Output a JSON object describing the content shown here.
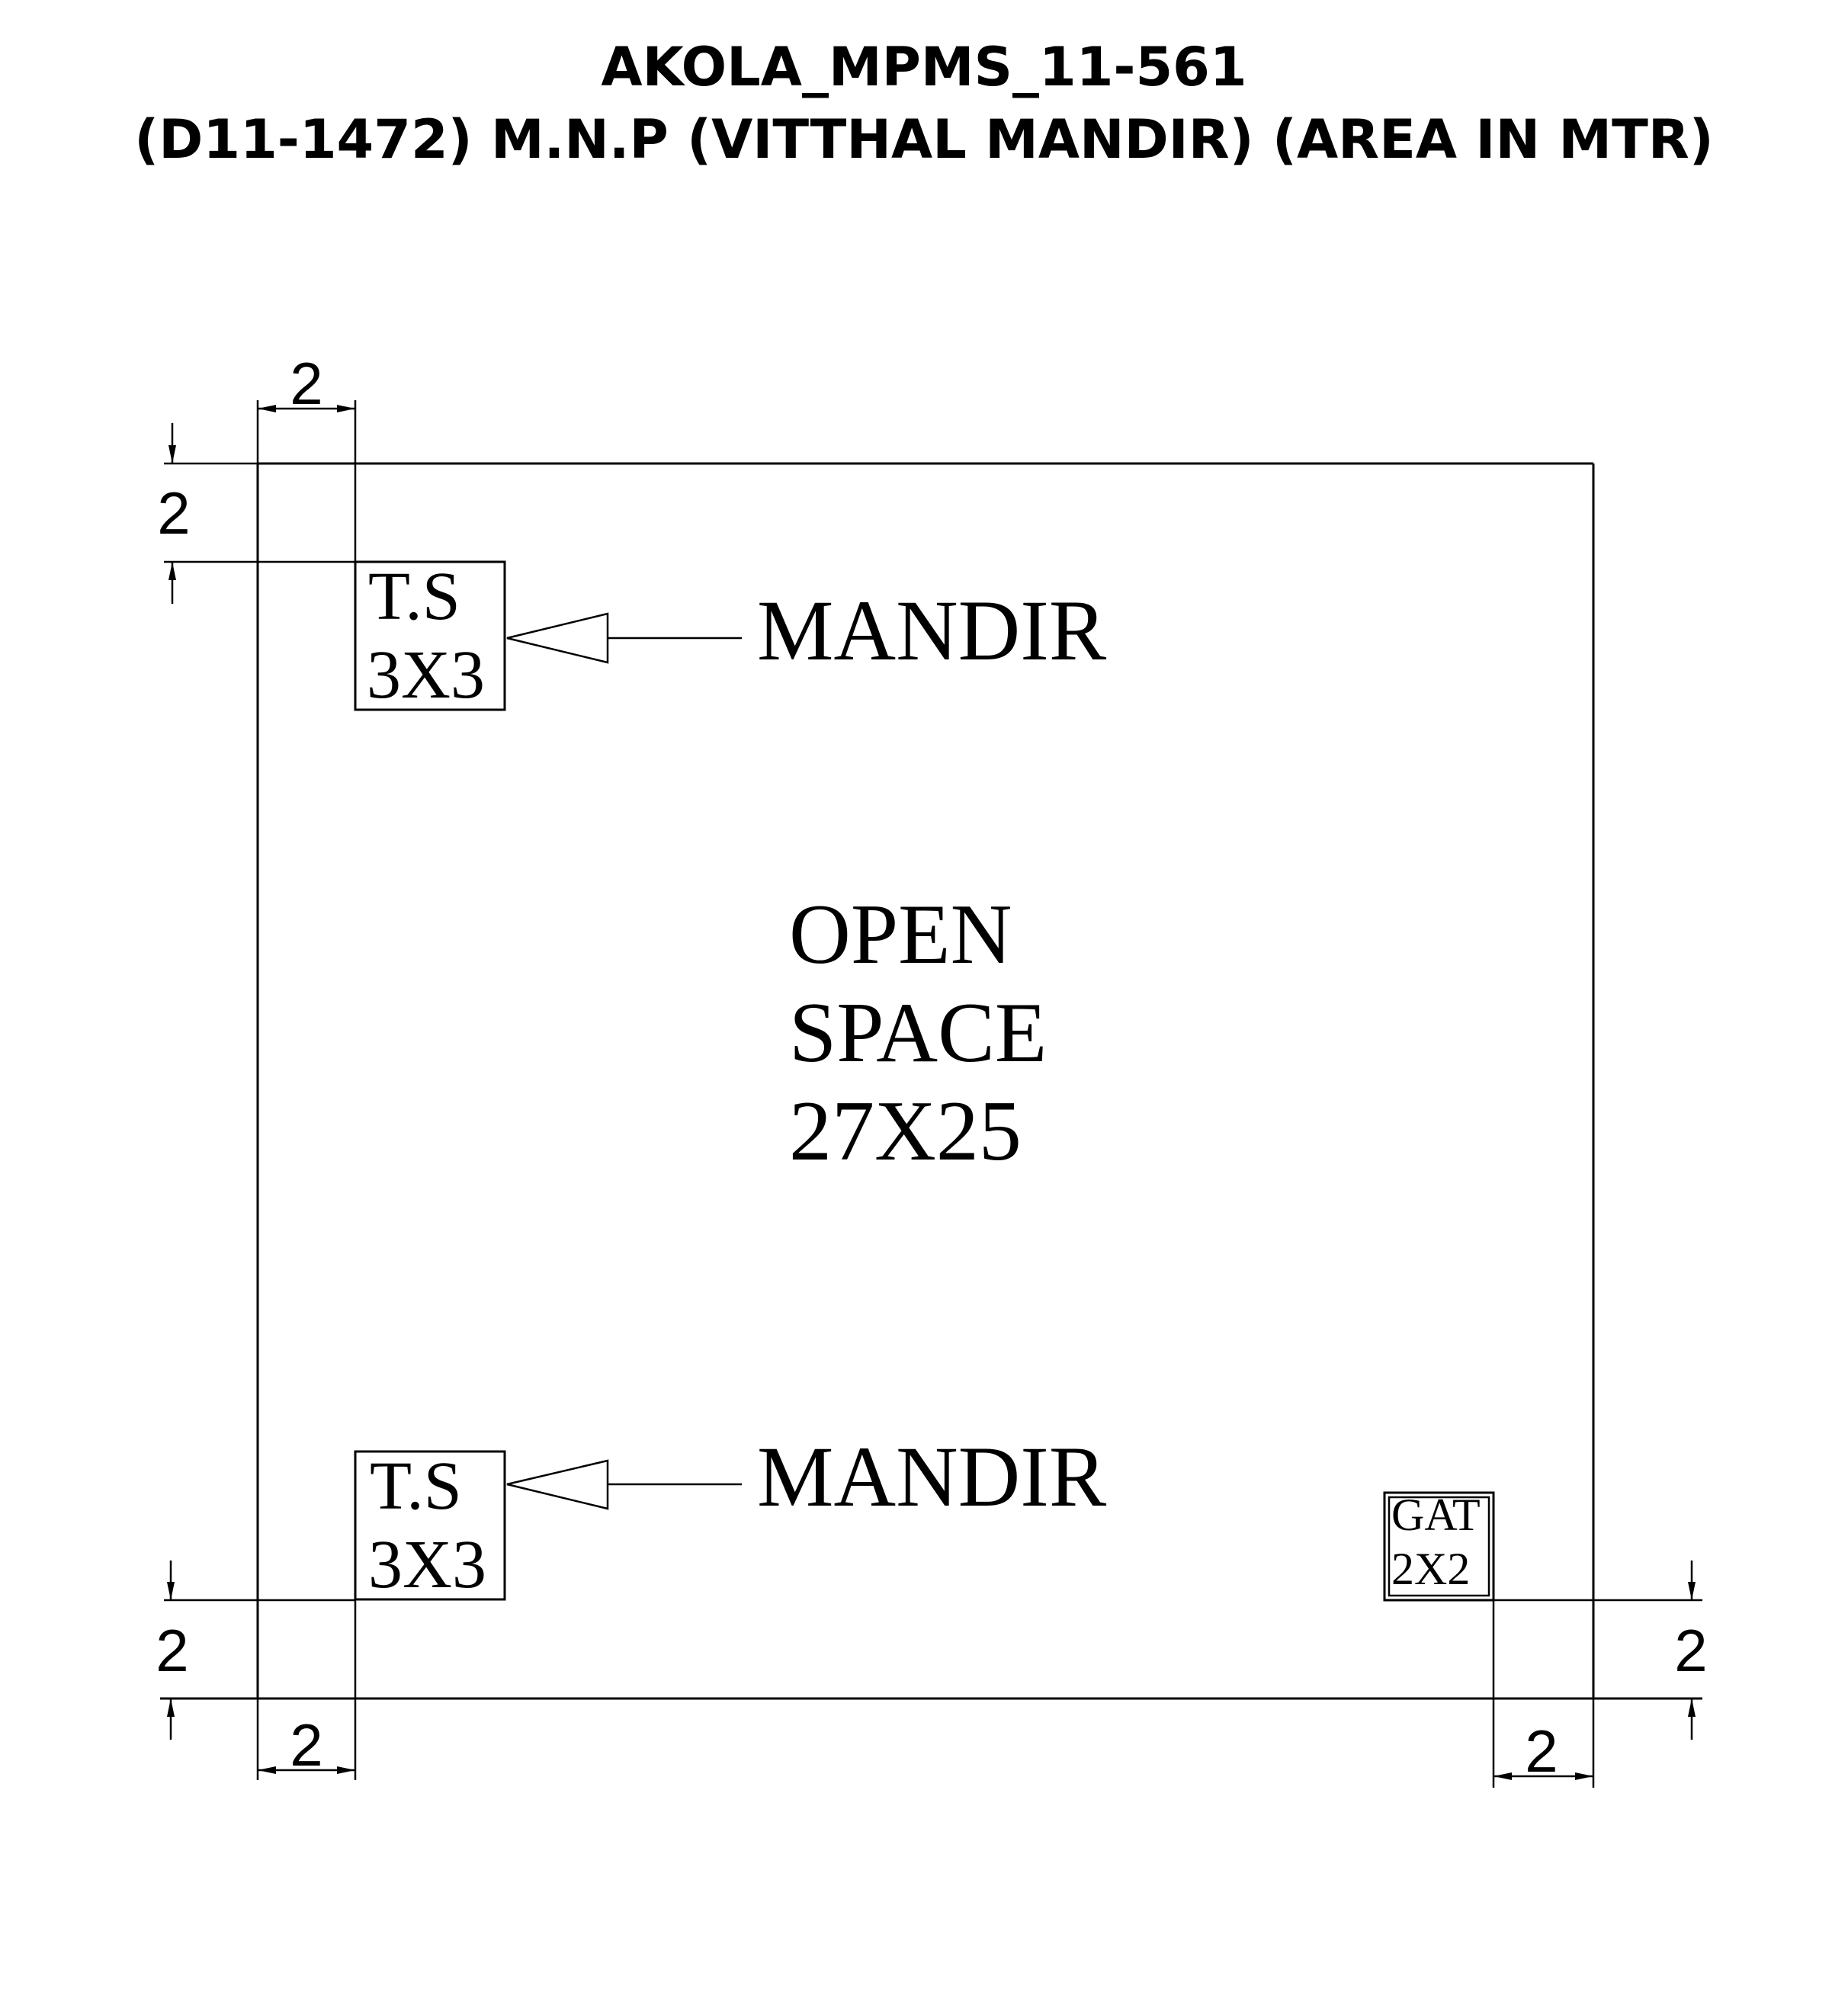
{
  "title": {
    "line1": "AKOLA_MPMS_11-561",
    "line2": "(D11-1472) M.N.P (VITTHAL MANDIR) (AREA IN MTR)"
  },
  "plot": {
    "open_space": {
      "line1": "OPEN",
      "line2": "SPACE",
      "line3": "27X25"
    },
    "toilet_top": {
      "name": "T.S",
      "size": "3X3"
    },
    "toilet_bottom": {
      "name": "T.S",
      "size": "3X3"
    },
    "gate": {
      "name": "GAT",
      "size": "2X2"
    },
    "mandir_top": "MANDIR",
    "mandir_bottom": "MANDIR"
  },
  "dimensions": {
    "top_width": "2",
    "left_top_height": "2",
    "left_bottom_height": "2",
    "right_bottom_height": "2",
    "bottom_left_width": "2",
    "bottom_right_width": "2"
  }
}
